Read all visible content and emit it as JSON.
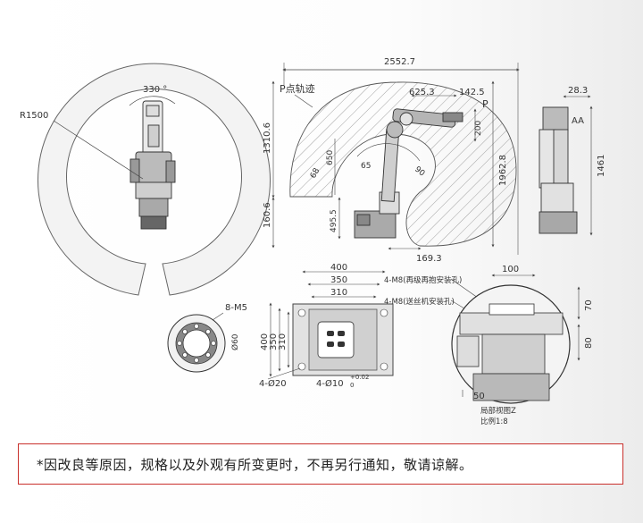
{
  "views": {
    "top": {
      "radius_label": "R1500",
      "angle_label": "330 °"
    },
    "side": {
      "overall_width": "2552.7",
      "track_label": "P点轨迹",
      "dim_625": "625.3",
      "dim_142": "142.5",
      "point_p": "P",
      "dim_200": "200",
      "dim_1310": "1310.6",
      "dim_650": "650",
      "dim_68": "68",
      "angle_65": "65",
      "angle_90": "90",
      "dim_1962": "1962.8",
      "dim_495": "495.5",
      "dim_160": "160.6",
      "dim_169": "169.3"
    },
    "front": {
      "dim_28": "28.3",
      "label_aa": "AA",
      "dim_1461": "1461"
    },
    "flange": {
      "label": "8-M5",
      "diameter": "Ø60"
    },
    "base": {
      "dim_400_top": "400",
      "dim_350_top": "350",
      "dim_310_top": "310",
      "dim_400_left": "400",
      "dim_350_left": "350",
      "dim_310_left": "310",
      "holes_20": "4-Ø20",
      "holes_10": "4-Ø10",
      "tol_upper": "+0.02",
      "tol_lower": "0"
    },
    "detail": {
      "note_1": "4-M8(再级再抱安装孔)",
      "note_2": "4-M8(送丝机安装孔)",
      "dim_100": "100",
      "dim_70": "70",
      "dim_80": "80",
      "dim_50": "50",
      "title": "局部视图Z",
      "scale": "比例1:8"
    }
  },
  "notice": "*因改良等原因，规格以及外观有所变更时，不再另行通知，敬请谅解。"
}
